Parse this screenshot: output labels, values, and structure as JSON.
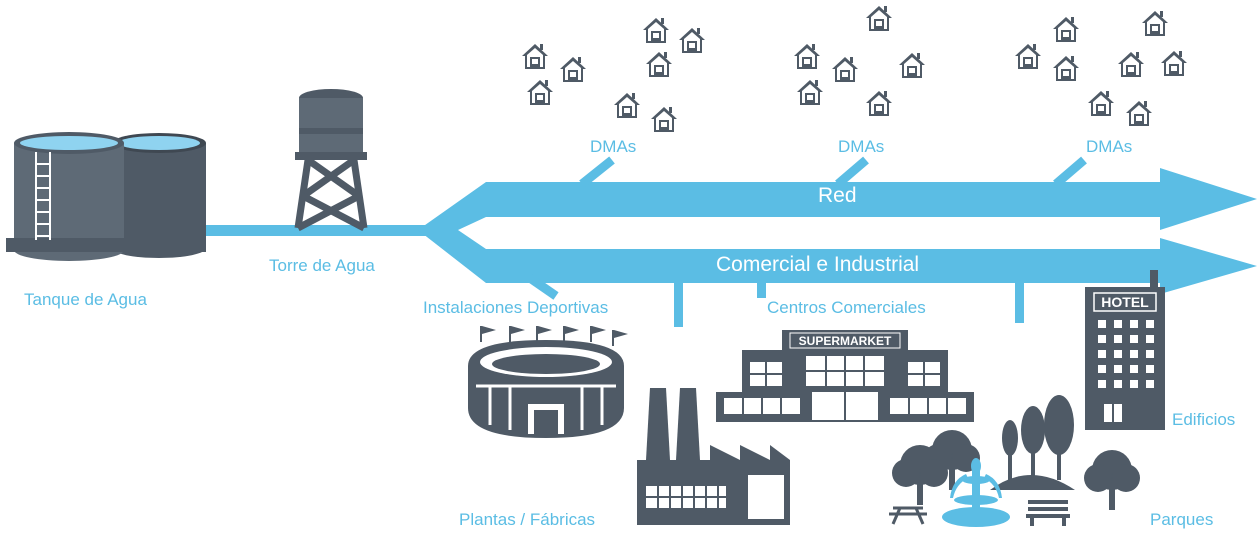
{
  "colors": {
    "blue": "#5bbde4",
    "dark": "#4f5a66",
    "light_blue": "#8fd3f0"
  },
  "labels": {
    "tank": "Tanque de Agua",
    "tower": "Torre de Agua",
    "dma_1": "DMAs",
    "dma_2": "DMAs",
    "dma_3": "DMAs",
    "network": "Red",
    "commercial": "Comercial e Industrial",
    "sports": "Instalaciones Deportivas",
    "malls": "Centros Comerciales",
    "factories": "Plantas / Fábricas",
    "buildings": "Edificios",
    "parks": "Parques"
  },
  "signs": {
    "supermarket": "SUPERMARKET",
    "hotel": "HOTEL"
  }
}
